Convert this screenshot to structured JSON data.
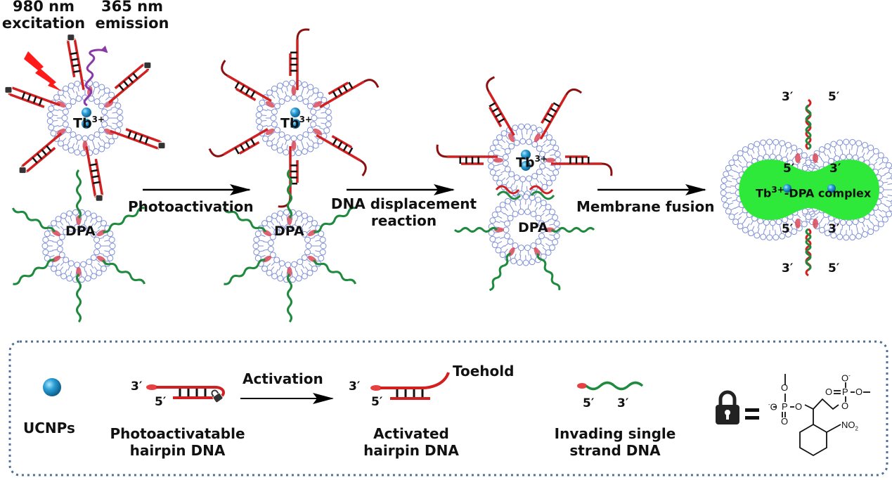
{
  "colors": {
    "lipid": "#7f8fd6",
    "dna_red": "#d21f1f",
    "dna_green": "#1f8a3e",
    "inner_red": "#d94a5a",
    "ucnp": "#2a9fd6",
    "fused_core": "#2ee83a",
    "legend_border": "#4f6f95",
    "lightning": "#ff1a1a",
    "emission": "#8a3aa8"
  },
  "top": {
    "excitation_label_line1": "980 nm",
    "excitation_label_line2": "excitation",
    "emission_label_line1": "365 nm",
    "emission_label_line2": "emission",
    "steps": [
      {
        "label": "Photoactivation"
      },
      {
        "label_line1": "DNA displacement",
        "label_line2": "reaction"
      },
      {
        "label": "Membrane fusion"
      }
    ],
    "vesicles": {
      "tb_label": "Tb",
      "tb_charge": "3+",
      "dpa_label": "DPA",
      "complex_label": "-DPA complex"
    },
    "fused_ends": {
      "top_left": "3′",
      "top_right": "5′",
      "inner_top_left": "5′",
      "inner_top_right": "3′",
      "inner_bottom_left": "5′",
      "inner_bottom_right": "3′",
      "bottom_left": "3′",
      "bottom_right": "5′"
    }
  },
  "legend": {
    "ucnp_label": "UCNPs",
    "photo_hairpin_line1": "Photoactivatable",
    "photo_hairpin_line2": "hairpin DNA",
    "activation_label": "Activation",
    "activated_line1": "Activated",
    "activated_line2": "hairpin DNA",
    "toehold_label": "Toehold",
    "invading_line1": "Invading single",
    "invading_line2": "strand DNA",
    "end_3": "3′",
    "end_5": "5′",
    "equals": "=",
    "chem": {
      "o_minus": "O",
      "p": "P",
      "o": "O",
      "no2": "NO",
      "sub2": "2"
    }
  }
}
